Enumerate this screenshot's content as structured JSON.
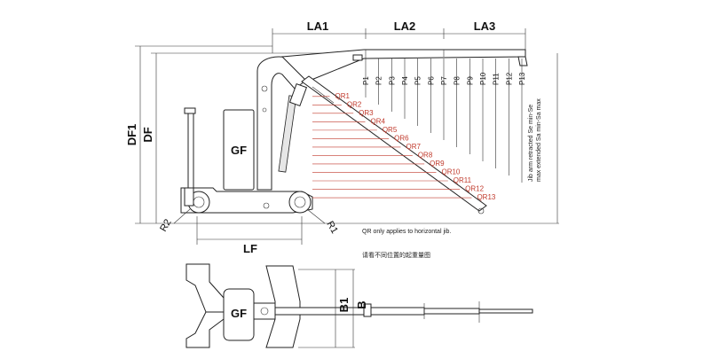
{
  "dims": {
    "la1": "LA1",
    "la2": "LA2",
    "la3": "LA3",
    "df1": "DF1",
    "df": "DF",
    "lf": "LF",
    "r1": "R1",
    "r2": "R2",
    "b1": "B1",
    "b": "B",
    "gf_side": "GF",
    "gf_top": "GF"
  },
  "p_labels": [
    "P1",
    "P2",
    "P3",
    "P4",
    "P5",
    "P6",
    "P7",
    "P8",
    "P9",
    "P10",
    "P11",
    "P12",
    "P13"
  ],
  "qr_labels": [
    "QR1",
    "QR2",
    "QR3",
    "QR4",
    "QR5",
    "QR6",
    "QR7",
    "QR8",
    "QR9",
    "QR10",
    "QR11",
    "QR12",
    "QR13"
  ],
  "vertical_notes": [
    "Jib arm retracted Se min-Se",
    "max extended Sa min-Sa max"
  ],
  "notes": {
    "qr_note": "QR only applies to horizontal jib.",
    "cn_note": "请看不同位置的起重量图"
  },
  "colors": {
    "accent_red": "#c0392b",
    "line": "#222222"
  }
}
